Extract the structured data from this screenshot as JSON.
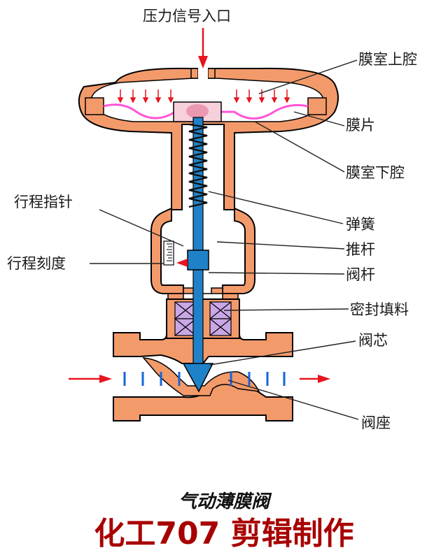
{
  "labels": {
    "pressure_inlet": "压力信号入口",
    "upper_chamber": "膜室上腔",
    "diaphragm": "膜片",
    "lower_chamber": "膜室下腔",
    "stroke_pointer": "行程指针",
    "spring": "弹簧",
    "push_rod": "推杆",
    "stroke_scale": "行程刻度",
    "valve_stem": "阀杆",
    "packing": "密封填料",
    "valve_core": "阀芯",
    "valve_seat": "阀座"
  },
  "caption": {
    "title": "气动薄膜阀",
    "credit": "化工707 剪辑制作"
  },
  "colors": {
    "body_fill": "#f39a6b",
    "body_stroke": "#000000",
    "stem": "#1f82c8",
    "diaphragm": "#ff55d8",
    "arrows": "#e8141e",
    "packing": "#c9a7e6",
    "flow_marks": "#1565d8",
    "credit_text": "#a80000"
  }
}
